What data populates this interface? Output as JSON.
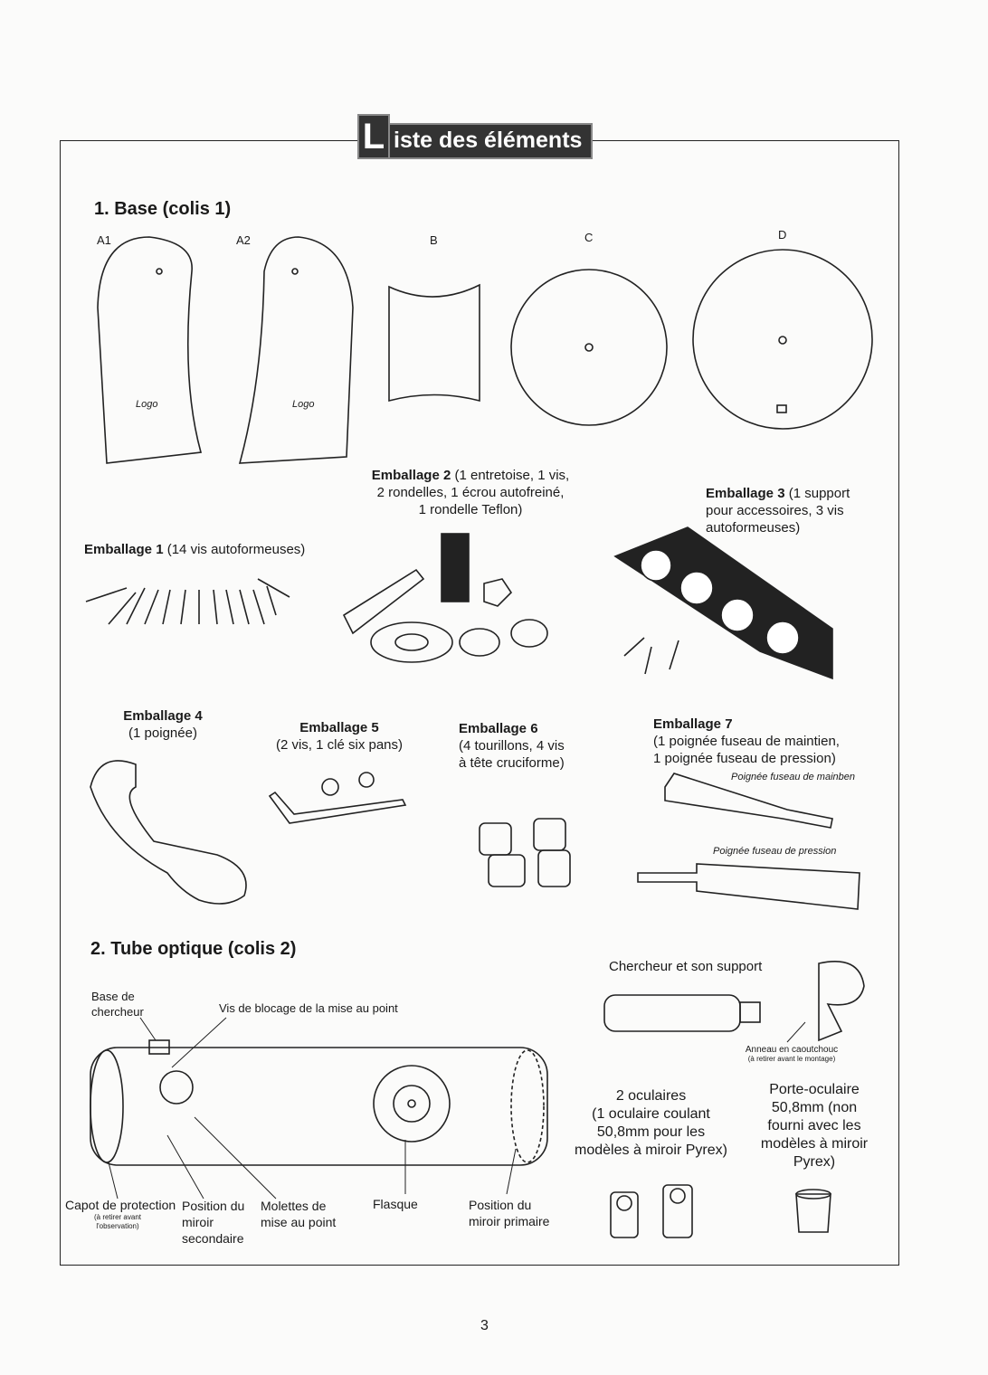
{
  "title_initial": "L",
  "title_rest": "iste des éléments",
  "section1": {
    "heading": "1. Base (colis 1)",
    "labels": {
      "a1": "A1",
      "a2": "A2",
      "b": "B",
      "c": "C",
      "d": "D"
    },
    "logo": "Logo"
  },
  "packages": [
    {
      "name": "Emballage 1",
      "desc": "(14 vis autoformeuses)"
    },
    {
      "name": "Emballage 2",
      "desc_lines": [
        "(1 entretoise, 1 vis,",
        "2 rondelles, 1 écrou autofreiné,",
        "1 rondelle Teflon)"
      ]
    },
    {
      "name": "Emballage 3",
      "desc_lines": [
        "(1 support",
        "pour accessoires, 3 vis",
        "autoformeuses)"
      ]
    },
    {
      "name": "Emballage 4",
      "desc": "(1 poignée)"
    },
    {
      "name": "Emballage 5",
      "desc": "(2 vis, 1 clé six pans)"
    },
    {
      "name": "Emballage 6",
      "desc_lines": [
        "(4 tourillons, 4 vis",
        "à tête cruciforme)"
      ]
    },
    {
      "name": "Emballage 7",
      "desc_lines": [
        "(1 poignée fuseau de maintien,",
        "1 poignée fuseau de pression)"
      ]
    }
  ],
  "handle_labels": {
    "maintien": "Poignée fuseau de mainben",
    "pression": "Poignée fuseau de pression"
  },
  "section2": {
    "heading": "2. Tube optique (colis 2)",
    "finder_base": [
      "Base de",
      "chercheur"
    ],
    "focus_lock": "Vis de blocage de la mise au point",
    "finder": "Chercheur et son support",
    "ring": [
      "Anneau en caoutchouc",
      "(à retirer avant le montage)"
    ],
    "eyepieces": [
      "2 oculaires",
      "(1 oculaire coulant",
      "50,8mm pour les",
      "modèles à miroir Pyrex)"
    ],
    "focuser": [
      "Porte-oculaire",
      "50,8mm (non",
      "fourni avec les",
      "modèles à miroir",
      "Pyrex)"
    ],
    "cap": "Capot de protection",
    "cap_note": [
      "(à retirer avant",
      "l'observation)"
    ],
    "secondary": [
      "Position du",
      "miroir",
      "secondaire"
    ],
    "knobs": [
      "Molettes de",
      "mise au point"
    ],
    "flasque": "Flasque",
    "primary": [
      "Position du",
      "miroir primaire"
    ]
  },
  "page_number": "3"
}
